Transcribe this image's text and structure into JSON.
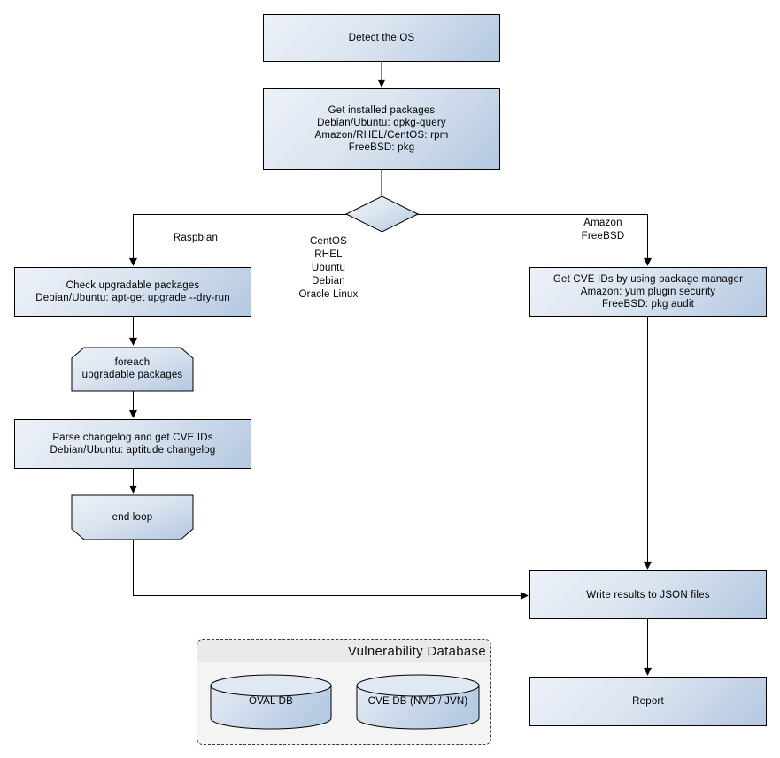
{
  "diagram": {
    "title": "OS package vulnerability scan flowchart",
    "background": "#ffffff",
    "node_fill_light": "#edf1f8",
    "node_fill_dark": "#b4c8e1",
    "border_color": "#000000"
  },
  "nodes": {
    "detect_os": {
      "label": "Detect the OS"
    },
    "get_installed_packages": {
      "label": "Get installed packages\nDebian/Ubuntu: dpkg-query\nAmazon/RHEL/CentOS: rpm\nFreeBSD: pkg"
    },
    "check_upgradable": {
      "label": "Check upgradable packages\nDebian/Ubuntu: apt-get upgrade --dry-run"
    },
    "foreach_loop": {
      "label": "foreach\nupgradable  packages"
    },
    "parse_changelog": {
      "label": "Parse changelog and get  CVE IDs\nDebian/Ubuntu: aptitude changelog"
    },
    "end_loop": {
      "label": "end loop"
    },
    "get_cve_ids": {
      "label": "Get CVE IDs by using package manager\nAmazon: yum plugin security\nFreeBSD: pkg audit"
    },
    "write_results": {
      "label": "Write results to JSON files"
    },
    "report": {
      "label": "Report"
    }
  },
  "edge_labels": {
    "raspbian": "Raspbian",
    "mainstream": "CentOS\nRHEL\nUbuntu\nDebian\nOracle Linux",
    "amazon_freebsd": "Amazon\nFreeBSD"
  },
  "database": {
    "title": "Vulnerability Database",
    "cylinders": [
      {
        "label": "OVAL DB"
      },
      {
        "label": "CVE DB (NVD / JVN)"
      }
    ]
  }
}
